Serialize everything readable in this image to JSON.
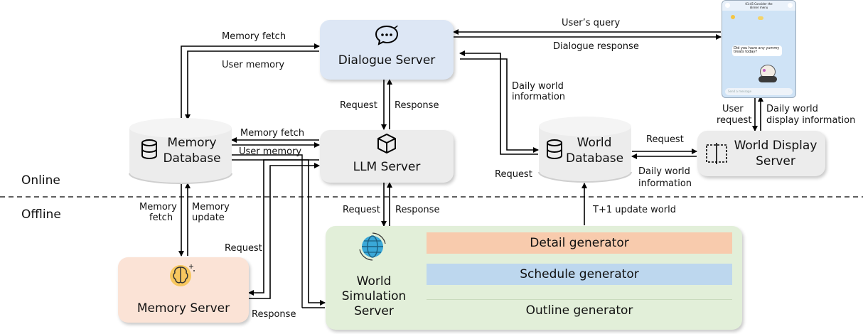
{
  "nodes": {
    "dialogue_server": "Dialogue Server",
    "llm_server": "LLM Server",
    "memory_database_line1": "Memory",
    "memory_database_line2": "Database",
    "world_database_line1": "World",
    "world_database_line2": "Database",
    "world_display_line1": "World Display",
    "world_display_line2": "Server",
    "memory_server": "Memory Server",
    "world_sim_line1": "World",
    "world_sim_line2": "Simulation",
    "world_sim_line3": "Server",
    "detail_generator": "Detail generator",
    "schedule_generator": "Schedule generator",
    "outline_generator": "Outline generator"
  },
  "zones": {
    "online": "Online",
    "offline": "Offline"
  },
  "edges": {
    "memory_fetch_top": "Memory fetch",
    "user_memory_top": "User memory",
    "users_query": "User’s query",
    "dialogue_response": "Dialogue response",
    "request_llm": "Request",
    "response_llm": "Response",
    "daily_world_info_1": "Daily world",
    "daily_world_info_2": "information",
    "memory_fetch_mid": "Memory fetch",
    "user_memory_mid": "User memory",
    "request_world_db": "Request",
    "request_display": "Request",
    "daily_world_info_right_1": "Daily world",
    "daily_world_info_right_2": "information",
    "user_request_1": "User",
    "user_request_2": "request",
    "daily_display_1": "Daily world",
    "daily_display_2": "display information",
    "memory_fetch_low_1": "Memory",
    "memory_fetch_low_2": "fetch",
    "memory_update_1": "Memory",
    "memory_update_2": "update",
    "request_memserver": "Request",
    "response_memserver": "Response",
    "request_sim": "Request",
    "response_sim": "Response",
    "t1_update": "T+1 update world"
  },
  "phone": {
    "title_1": "01:45 Consider the",
    "title_2": "dinner menu",
    "bubble": "Did you have any yummy treats today?",
    "input_placeholder": "Send a message"
  },
  "colors": {
    "dialogue_fill": "#dde7f5",
    "neutral_fill": "#ececec",
    "memory_server_fill": "#fbe3d6",
    "sim_fill": "#e2efd9",
    "detail_fill": "#f8cbad",
    "schedule_fill": "#bdd7ee",
    "outline_fill": "#e2efd9"
  }
}
